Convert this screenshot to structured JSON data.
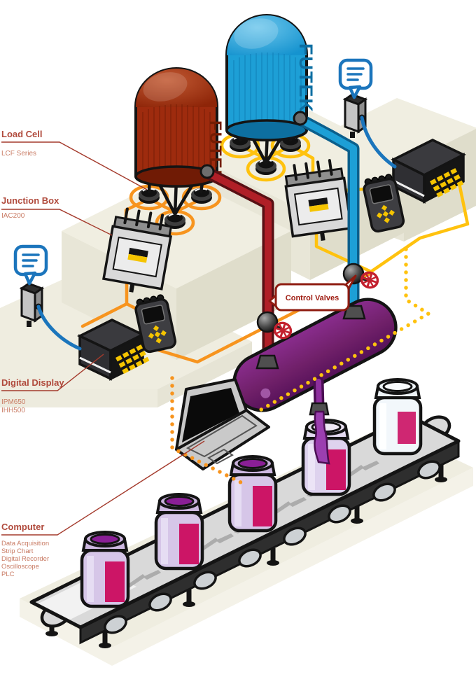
{
  "brand": {
    "tank_label": "FUTEK"
  },
  "annotations": {
    "load_cell": {
      "title": "Load Cell",
      "subtitle": "LCF Series"
    },
    "junction_box": {
      "title": "Junction Box",
      "subtitle": "IAC200"
    },
    "digital_display": {
      "title": "Digital Display",
      "models": [
        "IPM650",
        "IHH500"
      ]
    },
    "computer": {
      "title": "Computer",
      "functions": [
        "Data Acquisition",
        "Strip Chart",
        "Digital Recorder",
        "Oscilloscope",
        "PLC"
      ]
    },
    "control_valves": {
      "label": "Control Valves"
    }
  },
  "colors": {
    "label_red": "#b04a3c",
    "label_red_light": "#c97b64",
    "leader_line": "#a43a2c",
    "callout_red": "#8e1b10",
    "tank_red": "#9e2b0e",
    "tank_blue": "#1d9fd6",
    "pipe_red": "#b01f27",
    "pipe_blue": "#1d9fd6",
    "mixer_purple": "#702069",
    "wire_orange": "#f7941e",
    "wire_yellow": "#ffc20e",
    "chat_blue": "#1b75bc",
    "jar_label_magenta": "#cc1566",
    "platform_cream": "#f0eee1"
  }
}
